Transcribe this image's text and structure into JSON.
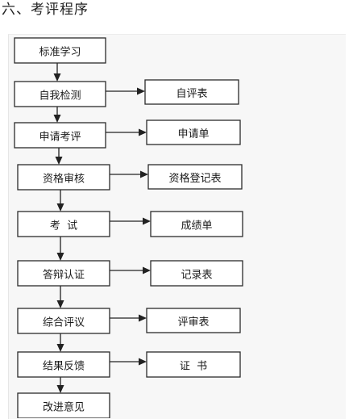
{
  "heading": "六、考评程序",
  "process_steps": [
    {
      "label": "标准学习",
      "output": ""
    },
    {
      "label": "自我检测",
      "output": "自评表"
    },
    {
      "label": "申请考评",
      "output": "申请单"
    },
    {
      "label": "资格审核",
      "output": "资格登记表"
    },
    {
      "label": "考  试",
      "output": "成绩单"
    },
    {
      "label": "答辩认证",
      "output": "记录表"
    },
    {
      "label": "综合评议",
      "output": "评审表"
    },
    {
      "label": "结果反馈",
      "output": "证  书"
    },
    {
      "label": "改进意见",
      "output": ""
    }
  ]
}
